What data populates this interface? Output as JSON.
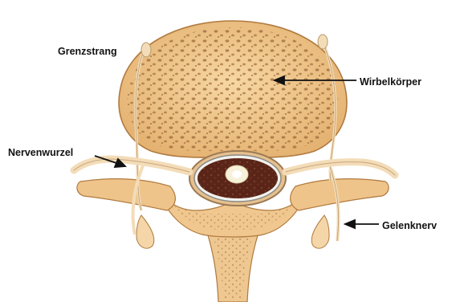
{
  "labels": {
    "grenzstrang": "Grenzstrang",
    "wirbelkoerper": "Wirbelkörper",
    "nervenwurzel": "Nervenwurzel",
    "gelenknerv": "Gelenknerv"
  },
  "colors": {
    "bone_fill": "#f1c78e",
    "bone_light": "#f8ddb0",
    "bone_outline": "#b07a3f",
    "pore": "#9c6a3b",
    "spinal_canal": "#5a2418",
    "nerve": "#f3dcb8",
    "label_text": "#111111"
  }
}
